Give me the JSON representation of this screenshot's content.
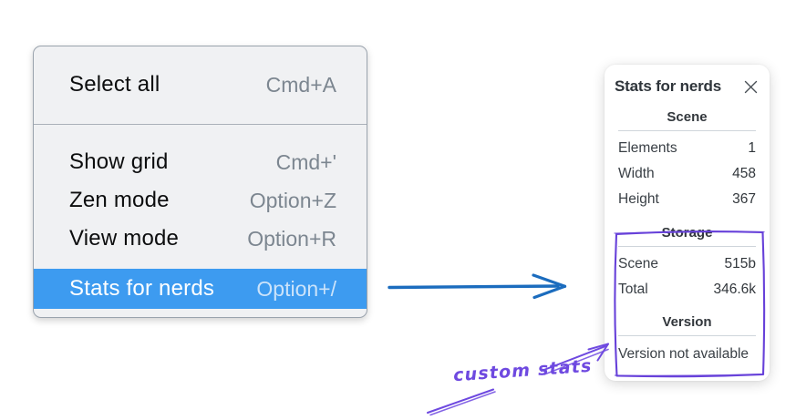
{
  "menu": {
    "sections": [
      {
        "items": [
          {
            "label": "Select all",
            "shortcut": "Cmd+A",
            "highlighted": false
          }
        ]
      },
      {
        "items": [
          {
            "label": "Show grid",
            "shortcut": "Cmd+'",
            "highlighted": false
          },
          {
            "label": "Zen mode",
            "shortcut": "Option+Z",
            "highlighted": false
          },
          {
            "label": "View mode",
            "shortcut": "Option+R",
            "highlighted": false
          },
          {
            "label": "Stats for nerds",
            "shortcut": "Option+/",
            "highlighted": true
          }
        ]
      }
    ]
  },
  "stats_panel": {
    "title": "Stats for nerds",
    "sections": [
      {
        "header": "Scene",
        "rows": [
          [
            "Elements",
            "1"
          ],
          [
            "Width",
            "458"
          ],
          [
            "Height",
            "367"
          ]
        ]
      },
      {
        "header": "Storage",
        "rows": [
          [
            "Scene",
            "515b"
          ],
          [
            "Total",
            "346.6k"
          ]
        ]
      },
      {
        "header": "Version",
        "note": "Version not available"
      }
    ]
  },
  "annotation": {
    "label": "custom stats"
  },
  "colors": {
    "highlight_blue": "#3d9bf0",
    "highlight_shortcut": "#cbe3fa",
    "arrow_blue": "#1b6cbe",
    "sketch_purple": "#6741d9",
    "annotation_purple": "#6e49e0",
    "menu_bg": "#f0f1f3",
    "menu_border": "#9aa3ad",
    "shortcut_gray": "#7c8690",
    "panel_text": "#343a40"
  }
}
